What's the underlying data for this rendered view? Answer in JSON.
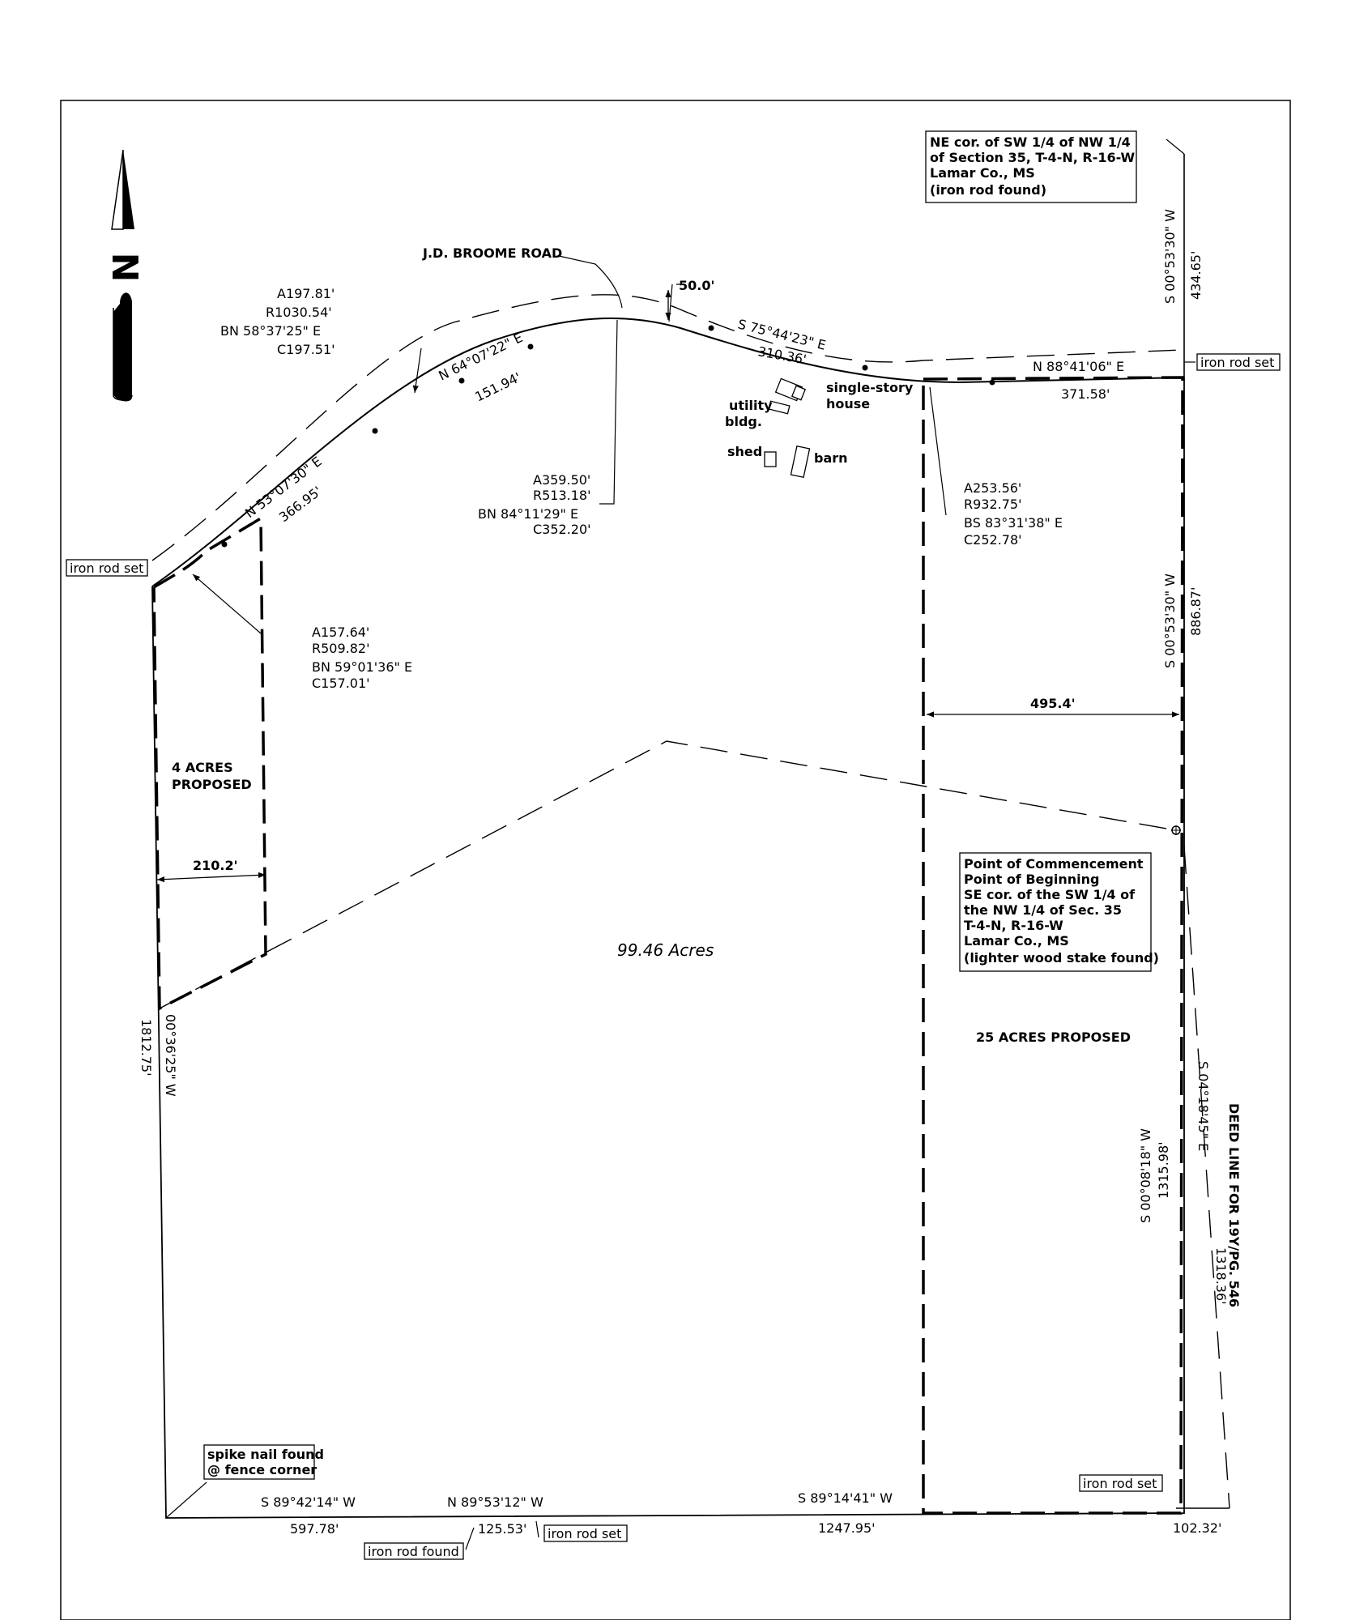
{
  "road_name": "J.D. BROOME ROAD",
  "road_width": "50.0'",
  "boundary_calls": [
    {
      "bearing": "N 53°07'30\" E",
      "distance": "366.95'"
    },
    {
      "bearing": "N 64°07'22\" E",
      "distance": "151.94'"
    },
    {
      "bearing": "S 75°44'23\" E",
      "distance": "310.36'"
    },
    {
      "bearing": "N 88°41'06\" E",
      "distance": "371.58'"
    },
    {
      "bearing": "S 00°53'30\" W",
      "distance": "434.65'"
    },
    {
      "bearing": "S 00°53'30\" W",
      "distance": "886.87'"
    },
    {
      "bearing": "S 00°08'18\" W",
      "distance": "1315.98'"
    },
    {
      "bearing": "S 04°18'45\" E",
      "distance": "1318.36'"
    },
    {
      "bearing": "S 89°14'41\" W",
      "distance": "1247.95'"
    },
    {
      "bearing": "N 89°53'12\" W",
      "distance": "125.53'"
    },
    {
      "bearing": "S 89°42'14\" W",
      "distance": "597.78'"
    },
    {
      "bearing": "00°36'25\" W",
      "distance": "1812.75'"
    }
  ],
  "extra_distance": "102.32'",
  "curves": [
    [
      "A197.81'",
      "R1030.54'",
      "BN 58°37'25\" E",
      "C197.51'"
    ],
    [
      "A359.50'",
      "R513.18'",
      "BN 84°11'29\" E",
      "C352.20'"
    ],
    [
      "A253.56'",
      "R932.75'",
      "BS 83°31'38\" E",
      "C252.78'"
    ],
    [
      "A157.64'",
      "R509.82'",
      "BN 59°01'36\" E",
      "C157.01'"
    ]
  ],
  "monuments": {
    "iron_rod_set": "iron rod set",
    "iron_rod_found": "iron rod found",
    "spike_nail": [
      "spike nail found",
      "@ fence corner"
    ]
  },
  "ne_corner_note": [
    "NE cor. of SW 1/4 of NW 1/4",
    "of Section 35, T-4-N, R-16-W",
    "Lamar Co., MS",
    "(iron rod found)"
  ],
  "pob_note": [
    "Point of Commencement",
    "Point of Beginning",
    "SE cor. of the SW 1/4 of",
    "the NW 1/4 of Sec. 35",
    "T-4-N, R-16-W",
    "Lamar Co., MS",
    "(lighter wood stake found)"
  ],
  "buildings": {
    "utility": [
      "utility",
      "bldg."
    ],
    "house": [
      "single-story",
      "house"
    ],
    "shed": "shed",
    "barn": "barn"
  },
  "areas": {
    "total": "99.46 Acres",
    "four_acres": [
      "4 ACRES",
      "PROPOSED"
    ],
    "twenty_five": "25 ACRES PROPOSED"
  },
  "dimensions": {
    "width_4ac": "210.2'",
    "width_25ac": "495.4'"
  },
  "deed_line": "DEED LINE FOR 19Y/PG. 546",
  "north_arrow": "N"
}
